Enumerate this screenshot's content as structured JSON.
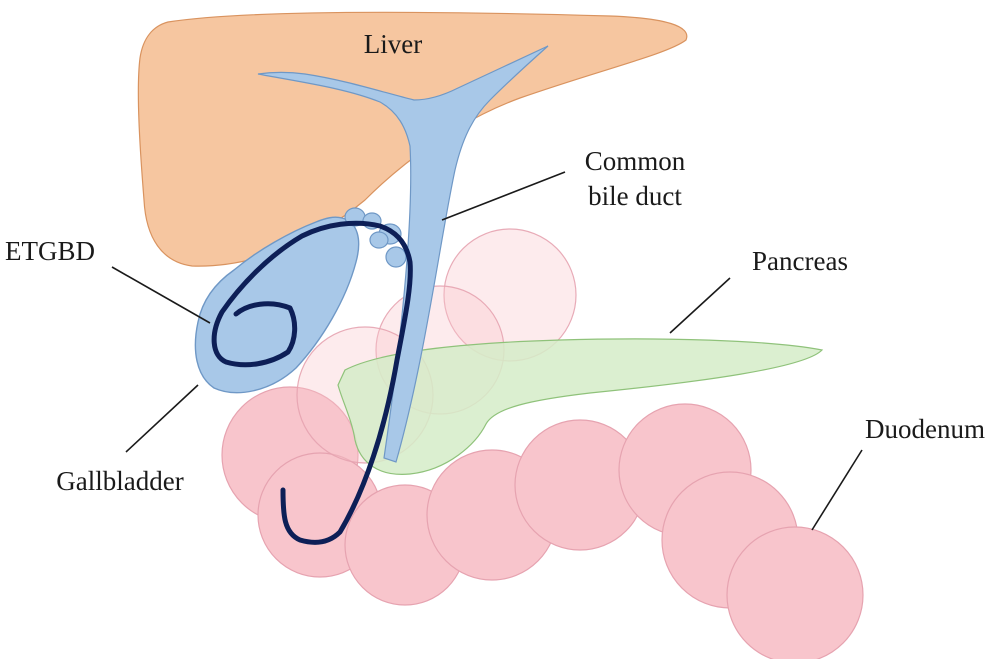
{
  "labels": {
    "liver": "Liver",
    "common_bile_duct_line1": "Common",
    "common_bile_duct_line2": "bile duct",
    "etgbd": "ETGBD",
    "pancreas": "Pancreas",
    "duodenum": "Duodenum",
    "gallbladder": "Gallbladder"
  },
  "colors": {
    "liver": "#f6c6a0",
    "bile_duct": "#a8c8e8",
    "pancreas": "#d5ecc8",
    "duodenum": "#f8c5cc",
    "stent": "#0d1f57"
  }
}
